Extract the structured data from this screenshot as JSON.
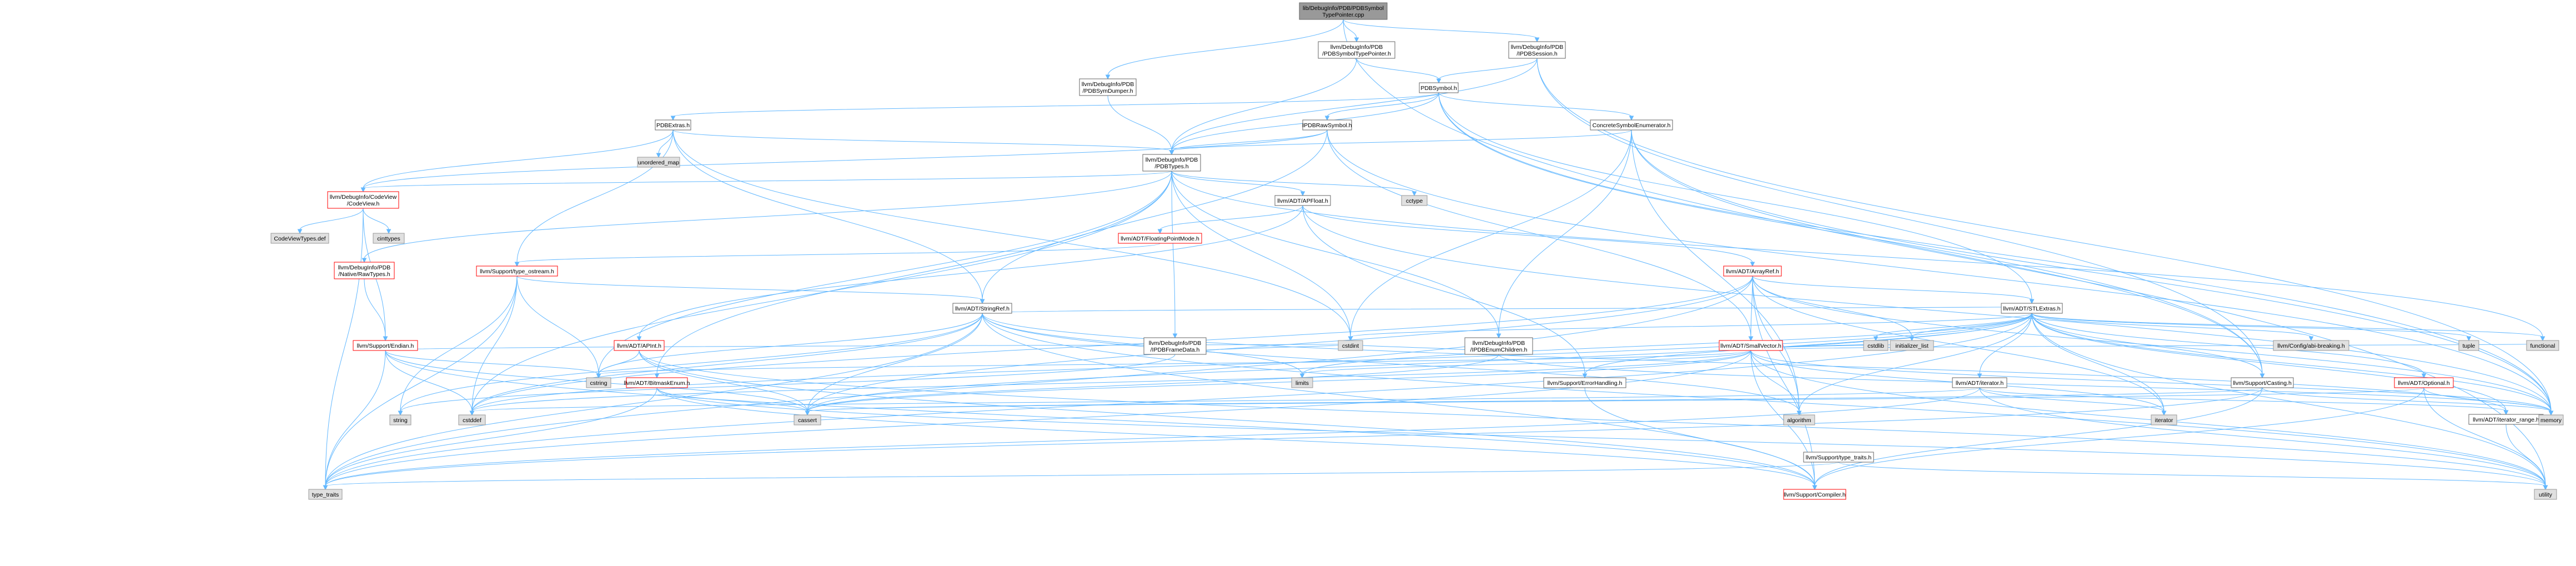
{
  "colors": {
    "root_fill": "#999999",
    "root_stroke": "#666666",
    "node_fill": "#ffffff",
    "node_stroke": "#666666",
    "red_stroke": "#ff0000",
    "gray_fill": "#e0e0e0",
    "gray_stroke": "#999999",
    "edge": "#63b8ff"
  },
  "nodes": [
    {
      "id": "root",
      "kind": "root",
      "lines": [
        "lib/DebugInfo/PDB/PDBSymbol",
        "TypePointer.cpp"
      ]
    },
    {
      "id": "symtypeptr",
      "kind": "normal",
      "lines": [
        "llvm/DebugInfo/PDB",
        "/PDBSymbolTypePointer.h"
      ]
    },
    {
      "id": "session",
      "kind": "normal",
      "lines": [
        "llvm/DebugInfo/PDB",
        "/IPDBSession.h"
      ]
    },
    {
      "id": "symdumper",
      "kind": "normal",
      "lines": [
        "llvm/DebugInfo/PDB",
        "/PDBSymDumper.h"
      ]
    },
    {
      "id": "pdbsymbol",
      "kind": "normal",
      "lines": [
        "PDBSymbol.h"
      ]
    },
    {
      "id": "pdbextras",
      "kind": "normal",
      "lines": [
        "PDBExtras.h"
      ]
    },
    {
      "id": "rawsymbol",
      "kind": "normal",
      "lines": [
        "IPDBRawSymbol.h"
      ]
    },
    {
      "id": "concrete",
      "kind": "normal",
      "lines": [
        "ConcreteSymbolEnumerator.h"
      ]
    },
    {
      "id": "unordered_map",
      "kind": "gray",
      "lines": [
        "unordered_map"
      ]
    },
    {
      "id": "pdbtypes",
      "kind": "normal",
      "lines": [
        "llvm/DebugInfo/PDB",
        "/PDBTypes.h"
      ]
    },
    {
      "id": "codeview",
      "kind": "red",
      "lines": [
        "llvm/DebugInfo/CodeView",
        "/CodeView.h"
      ]
    },
    {
      "id": "apfloat",
      "kind": "normal",
      "lines": [
        "llvm/ADT/APFloat.h"
      ]
    },
    {
      "id": "cctype",
      "kind": "gray",
      "lines": [
        "cctype"
      ]
    },
    {
      "id": "cvtypesdef",
      "kind": "gray",
      "lines": [
        "CodeViewTypes.def"
      ]
    },
    {
      "id": "cinttypes",
      "kind": "gray",
      "lines": [
        "cinttypes"
      ]
    },
    {
      "id": "fpmode",
      "kind": "red",
      "lines": [
        "llvm/ADT/FloatingPointMode.h"
      ]
    },
    {
      "id": "nativeraw",
      "kind": "red",
      "lines": [
        "llvm/DebugInfo/PDB",
        "/Native/RawTypes.h"
      ]
    },
    {
      "id": "typeostream",
      "kind": "red",
      "lines": [
        "llvm/Support/type_ostream.h"
      ]
    },
    {
      "id": "arrayref",
      "kind": "red",
      "lines": [
        "llvm/ADT/ArrayRef.h"
      ]
    },
    {
      "id": "stringref",
      "kind": "normal",
      "lines": [
        "llvm/ADT/StringRef.h"
      ]
    },
    {
      "id": "stlextras",
      "kind": "normal",
      "lines": [
        "llvm/ADT/STLExtras.h"
      ]
    },
    {
      "id": "endian",
      "kind": "red",
      "lines": [
        "llvm/Support/Endian.h"
      ]
    },
    {
      "id": "apint",
      "kind": "red",
      "lines": [
        "llvm/ADT/APInt.h"
      ]
    },
    {
      "id": "framedata",
      "kind": "normal",
      "lines": [
        "llvm/DebugInfo/PDB",
        "/IPDBFrameData.h"
      ]
    },
    {
      "id": "enumchildren",
      "kind": "normal",
      "lines": [
        "llvm/DebugInfo/PDB",
        "/IPDBEnumChildren.h"
      ]
    },
    {
      "id": "smallvector",
      "kind": "red",
      "lines": [
        "llvm/ADT/SmallVector.h"
      ]
    },
    {
      "id": "bitmaskenum",
      "kind": "red",
      "lines": [
        "llvm/ADT/BitmaskEnum.h"
      ]
    },
    {
      "id": "limits",
      "kind": "gray",
      "lines": [
        "limits"
      ]
    },
    {
      "id": "errorhandling",
      "kind": "normal",
      "lines": [
        "llvm/Support/ErrorHandling.h"
      ]
    },
    {
      "id": "adtiterator",
      "kind": "normal",
      "lines": [
        "llvm/ADT/iterator.h"
      ]
    },
    {
      "id": "casting",
      "kind": "normal",
      "lines": [
        "llvm/Support/Casting.h"
      ]
    },
    {
      "id": "optional",
      "kind": "red",
      "lines": [
        "llvm/ADT/Optional.h"
      ]
    },
    {
      "id": "abibreaking",
      "kind": "gray",
      "lines": [
        "llvm/Config/abi-breaking.h"
      ]
    },
    {
      "id": "functional",
      "kind": "gray",
      "lines": [
        "functional"
      ]
    },
    {
      "id": "tuple",
      "kind": "gray",
      "lines": [
        "tuple"
      ]
    },
    {
      "id": "cstdlib",
      "kind": "gray",
      "lines": [
        "cstdlib"
      ]
    },
    {
      "id": "initlist",
      "kind": "gray",
      "lines": [
        "initializer_list"
      ]
    },
    {
      "id": "cstdint",
      "kind": "gray",
      "lines": [
        "cstdint"
      ]
    },
    {
      "id": "cstring",
      "kind": "gray",
      "lines": [
        "cstring"
      ]
    },
    {
      "id": "string",
      "kind": "gray",
      "lines": [
        "string"
      ]
    },
    {
      "id": "cstddef",
      "kind": "gray",
      "lines": [
        "cstddef"
      ]
    },
    {
      "id": "cassert",
      "kind": "gray",
      "lines": [
        "cassert"
      ]
    },
    {
      "id": "algorithm",
      "kind": "gray",
      "lines": [
        "algorithm"
      ]
    },
    {
      "id": "typetraits_llvm",
      "kind": "normal",
      "lines": [
        "llvm/Support/type_traits.h"
      ]
    },
    {
      "id": "iterrange",
      "kind": "normal",
      "lines": [
        "llvm/ADT/iterator_range.h"
      ]
    },
    {
      "id": "iterator",
      "kind": "gray",
      "lines": [
        "iterator"
      ]
    },
    {
      "id": "memory",
      "kind": "gray",
      "lines": [
        "memory"
      ]
    },
    {
      "id": "type_traits",
      "kind": "gray",
      "lines": [
        "type_traits"
      ]
    },
    {
      "id": "compiler",
      "kind": "red",
      "lines": [
        "llvm/Support/Compiler.h"
      ]
    },
    {
      "id": "utility",
      "kind": "gray",
      "lines": [
        "utility"
      ]
    }
  ],
  "edges": [
    [
      "root",
      "symtypeptr"
    ],
    [
      "root",
      "session"
    ],
    [
      "root",
      "symdumper"
    ],
    [
      "root",
      "utility"
    ],
    [
      "symtypeptr",
      "pdbsymbol"
    ],
    [
      "symtypeptr",
      "pdbtypes"
    ],
    [
      "session",
      "pdbsymbol"
    ],
    [
      "session",
      "pdbtypes"
    ],
    [
      "session",
      "casting"
    ],
    [
      "session",
      "memory"
    ],
    [
      "symdumper",
      "pdbtypes"
    ],
    [
      "pdbsymbol",
      "pdbextras"
    ],
    [
      "pdbsymbol",
      "rawsymbol"
    ],
    [
      "pdbsymbol",
      "concrete"
    ],
    [
      "pdbsymbol",
      "pdbtypes"
    ],
    [
      "pdbsymbol",
      "stlextras"
    ],
    [
      "pdbsymbol",
      "casting"
    ],
    [
      "pdbsymbol",
      "memory"
    ],
    [
      "pdbextras",
      "pdbtypes"
    ],
    [
      "pdbextras",
      "codeview"
    ],
    [
      "pdbextras",
      "stringref"
    ],
    [
      "pdbextras",
      "typeostream"
    ],
    [
      "pdbextras",
      "cstdint"
    ],
    [
      "pdbextras",
      "unordered_map"
    ],
    [
      "rawsymbol",
      "pdbtypes"
    ],
    [
      "rawsymbol",
      "codeview"
    ],
    [
      "rawsymbol",
      "smallvector"
    ],
    [
      "rawsymbol",
      "stringref"
    ],
    [
      "rawsymbol",
      "memory"
    ],
    [
      "concrete",
      "enumchildren"
    ],
    [
      "concrete",
      "pdbtypes"
    ],
    [
      "concrete",
      "casting"
    ],
    [
      "concrete",
      "algorithm"
    ],
    [
      "concrete",
      "cstdint"
    ],
    [
      "concrete",
      "memory"
    ],
    [
      "pdbtypes",
      "codeview"
    ],
    [
      "pdbtypes",
      "framedata"
    ],
    [
      "pdbtypes",
      "enumchildren"
    ],
    [
      "pdbtypes",
      "nativeraw"
    ],
    [
      "pdbtypes",
      "apfloat"
    ],
    [
      "pdbtypes",
      "cctype"
    ],
    [
      "pdbtypes",
      "cstddef"
    ],
    [
      "pdbtypes",
      "cstdint"
    ],
    [
      "pdbtypes",
      "cstring"
    ],
    [
      "pdbtypes",
      "functional"
    ],
    [
      "codeview",
      "cvtypesdef"
    ],
    [
      "codeview",
      "cinttypes"
    ],
    [
      "codeview",
      "type_traits"
    ],
    [
      "codeview",
      "endian"
    ],
    [
      "apfloat",
      "apint"
    ],
    [
      "apfloat",
      "arrayref"
    ],
    [
      "apfloat",
      "fpmode"
    ],
    [
      "apfloat",
      "errorhandling"
    ],
    [
      "apfloat",
      "memory"
    ],
    [
      "fpmode",
      "typeostream"
    ],
    [
      "nativeraw",
      "endian"
    ],
    [
      "typeostream",
      "stringref"
    ],
    [
      "typeostream",
      "type_traits"
    ],
    [
      "typeostream",
      "cstring"
    ],
    [
      "typeostream",
      "string"
    ],
    [
      "typeostream",
      "cstddef"
    ],
    [
      "arrayref",
      "smallvector"
    ],
    [
      "arrayref",
      "stlextras"
    ],
    [
      "arrayref",
      "compiler"
    ],
    [
      "arrayref",
      "algorithm"
    ],
    [
      "arrayref",
      "array"
    ],
    [
      "arrayref",
      "cassert"
    ],
    [
      "arrayref",
      "cstddef"
    ],
    [
      "arrayref",
      "initlist"
    ],
    [
      "arrayref",
      "iterator"
    ],
    [
      "arrayref",
      "memory"
    ],
    [
      "arrayref",
      "type_traits"
    ],
    [
      "arrayref",
      "vector"
    ],
    [
      "stringref",
      "stlextras"
    ],
    [
      "stringref",
      "iterrange"
    ],
    [
      "stringref",
      "compiler"
    ],
    [
      "stringref",
      "algorithm"
    ],
    [
      "stringref",
      "cassert"
    ],
    [
      "stringref",
      "cstddef"
    ],
    [
      "stringref",
      "cstring"
    ],
    [
      "stringref",
      "limits"
    ],
    [
      "stringref",
      "string"
    ],
    [
      "stringref",
      "type_traits"
    ],
    [
      "stringref",
      "utility"
    ],
    [
      "stlextras",
      "adtiterator"
    ],
    [
      "stlextras",
      "iterrange"
    ],
    [
      "stlextras",
      "optional"
    ],
    [
      "stlextras",
      "casting"
    ],
    [
      "stlextras",
      "errorhandling"
    ],
    [
      "stlextras",
      "abibreaking"
    ],
    [
      "stlextras",
      "algorithm"
    ],
    [
      "stlextras",
      "cassert"
    ],
    [
      "stlextras",
      "cstddef"
    ],
    [
      "stlextras",
      "cstdint"
    ],
    [
      "stlextras",
      "cstdlib"
    ],
    [
      "stlextras",
      "functional"
    ],
    [
      "stlextras",
      "initlist"
    ],
    [
      "stlextras",
      "iterator"
    ],
    [
      "stlextras",
      "limits"
    ],
    [
      "stlextras",
      "memory"
    ],
    [
      "stlextras",
      "tuple"
    ],
    [
      "stlextras",
      "type_traits"
    ],
    [
      "stlextras",
      "utility"
    ],
    [
      "endian",
      "compiler"
    ],
    [
      "endian",
      "cassert"
    ],
    [
      "endian",
      "cstddef"
    ],
    [
      "endian",
      "cstdint"
    ],
    [
      "endian",
      "cstring"
    ],
    [
      "endian",
      "type_traits"
    ],
    [
      "apint",
      "compiler"
    ],
    [
      "apint",
      "cassert"
    ],
    [
      "apint",
      "cstring"
    ],
    [
      "apint",
      "utility"
    ],
    [
      "framedata",
      "cstdint"
    ],
    [
      "framedata",
      "string"
    ],
    [
      "enumchildren",
      "cassert"
    ],
    [
      "enumchildren",
      "cstdint"
    ],
    [
      "enumchildren",
      "memory"
    ],
    [
      "smallvector",
      "compiler"
    ],
    [
      "smallvector",
      "type_traits_llvm"
    ],
    [
      "smallvector",
      "algorithm"
    ],
    [
      "smallvector",
      "cassert"
    ],
    [
      "smallvector",
      "cstddef"
    ],
    [
      "smallvector",
      "cstdlib"
    ],
    [
      "smallvector",
      "cstring"
    ],
    [
      "smallvector",
      "functional"
    ],
    [
      "smallvector",
      "initlist"
    ],
    [
      "smallvector",
      "iterator"
    ],
    [
      "smallvector",
      "limits"
    ],
    [
      "smallvector",
      "memory"
    ],
    [
      "smallvector",
      "type_traits"
    ],
    [
      "smallvector",
      "utility"
    ],
    [
      "bitmaskenum",
      "compiler"
    ],
    [
      "bitmaskenum",
      "cassert"
    ],
    [
      "bitmaskenum",
      "type_traits"
    ],
    [
      "bitmaskenum",
      "utility"
    ],
    [
      "errorhandling",
      "compiler"
    ],
    [
      "adtiterator",
      "iterrange"
    ],
    [
      "adtiterator",
      "cstddef"
    ],
    [
      "adtiterator",
      "iterator"
    ],
    [
      "adtiterator",
      "type_traits"
    ],
    [
      "adtiterator",
      "utility"
    ],
    [
      "casting",
      "compiler"
    ],
    [
      "casting",
      "type_traits_llvm"
    ],
    [
      "casting",
      "cassert"
    ],
    [
      "casting",
      "memory"
    ],
    [
      "casting",
      "type_traits"
    ],
    [
      "optional",
      "compiler"
    ],
    [
      "optional",
      "type_traits_llvm"
    ],
    [
      "optional",
      "cassert"
    ],
    [
      "optional",
      "memory"
    ],
    [
      "optional",
      "utility"
    ],
    [
      "typetraits_llvm",
      "type_traits"
    ],
    [
      "typetraits_llvm",
      "utility"
    ],
    [
      "iterrange",
      "utility"
    ],
    [
      "pdbtypes",
      "bitmaskenum"
    ]
  ]
}
